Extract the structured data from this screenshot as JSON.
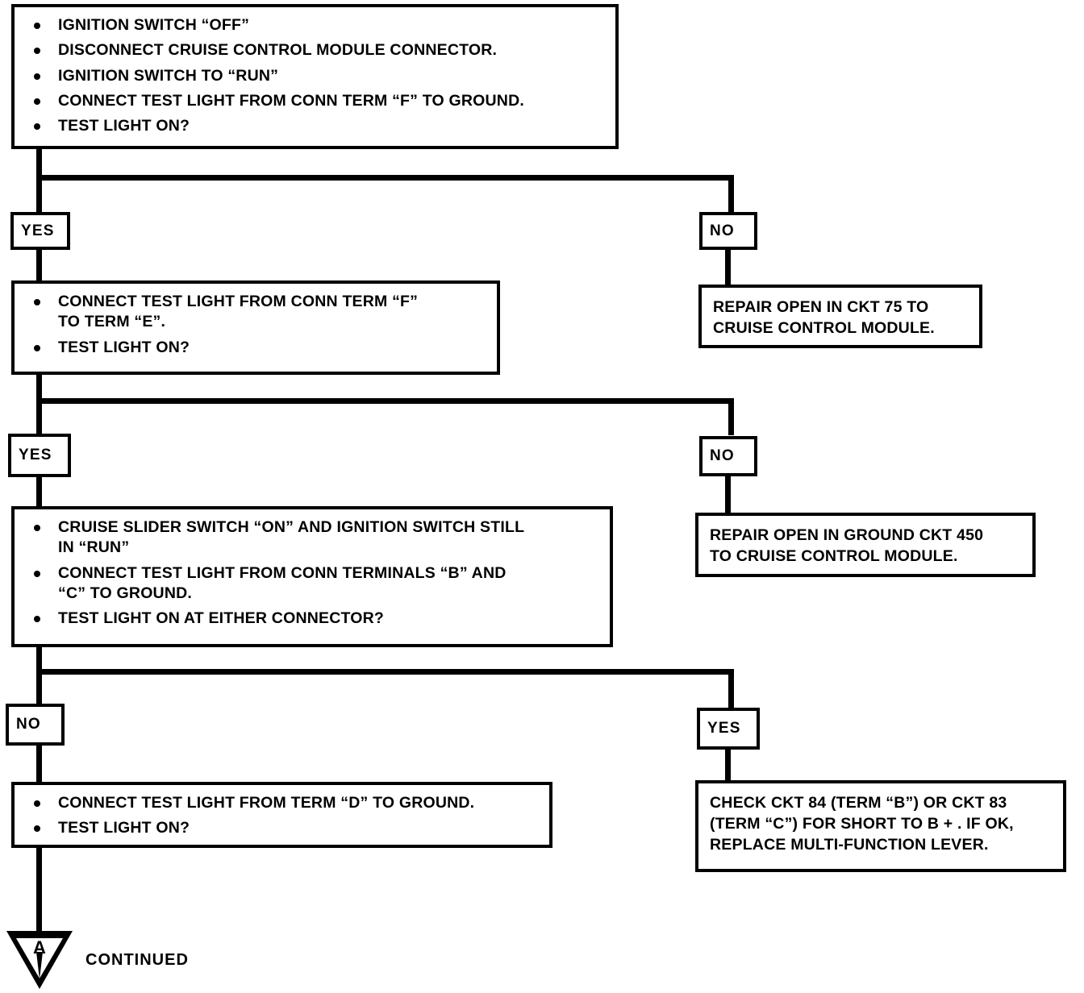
{
  "document": {
    "type": "diagnostic-flowchart",
    "system": "Cruise Control Module Circuit Diagnosis"
  },
  "steps": {
    "step1": {
      "id": "step-1",
      "bullets": [
        "IGNITION SWITCH “OFF”",
        "DISCONNECT CRUISE CONTROL MODULE CONNECTOR.",
        "IGNITION SWITCH TO “RUN”",
        "CONNECT TEST LIGHT FROM CONN TERM “F” TO GROUND.",
        "TEST LIGHT ON?"
      ]
    },
    "step2": {
      "id": "step-2",
      "bullets": [
        "CONNECT TEST LIGHT FROM CONN TERM “F”\nTO TERM “E”.",
        "TEST LIGHT ON?"
      ]
    },
    "step3": {
      "id": "step-3",
      "bullets": [
        "CRUISE SLIDER SWITCH “ON” AND IGNITION SWITCH STILL\nIN “RUN”",
        "CONNECT TEST LIGHT FROM CONN TERMINALS “B” AND\n“C” TO GROUND.",
        "TEST LIGHT ON AT EITHER CONNECTOR?"
      ]
    },
    "step4": {
      "id": "step-4",
      "bullets": [
        "CONNECT TEST LIGHT FROM TERM “D” TO GROUND.",
        "TEST LIGHT ON?"
      ]
    }
  },
  "branch_labels": {
    "yes1": "YES",
    "no1": "NO",
    "yes2": "YES",
    "no2": "NO",
    "no3": "NO",
    "yes3": "YES"
  },
  "outcomes": {
    "outcome1": "REPAIR OPEN IN CKT 75 TO\nCRUISE CONTROL MODULE.",
    "outcome2": "REPAIR OPEN IN GROUND CKT 450\nTO CRUISE CONTROL MODULE.",
    "outcome3": "CHECK CKT 84 (TERM “B”) OR CKT 83\n(TERM “C”) FOR SHORT TO B + . IF OK,\nREPLACE MULTI-FUNCTION LEVER."
  },
  "continued": {
    "marker_letter": "A",
    "label": "CONTINUED"
  },
  "colors": {
    "ink": "#000000",
    "paper": "#ffffff"
  }
}
